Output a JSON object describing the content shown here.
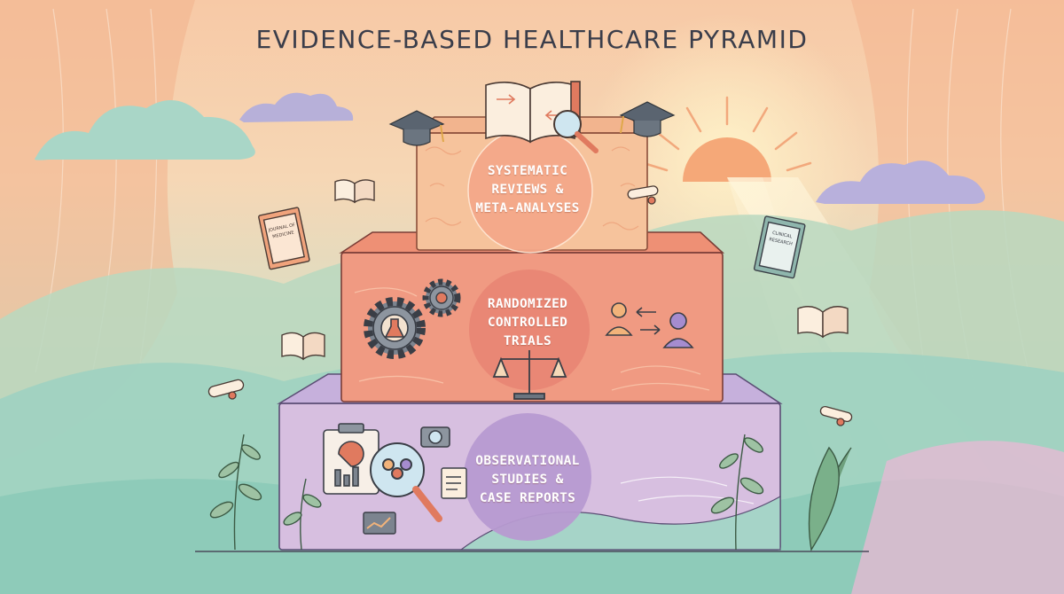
{
  "title": "EVIDENCE-BASED HEALTHCARE PYRAMID",
  "tiers": [
    {
      "lines": [
        "SYSTEMATIC",
        "REVIEWS &",
        "META-ANALYSES"
      ]
    },
    {
      "lines": [
        "RANDOMIZED",
        "CONTROLLED",
        "TRIALS"
      ]
    },
    {
      "lines": [
        "OBSERVATIONAL",
        "STUDIES &",
        "CASE REPORTS"
      ]
    }
  ],
  "colors": {
    "top_tier": "#f6c39c",
    "middle_tier": "#f09a82",
    "bottom_tier": "#d7bfe0",
    "top_circle": "#f4a88a",
    "middle_circle": "#e88674",
    "bottom_circle": "#b79ad1",
    "title_text": "#3a3d4a"
  },
  "icons": {
    "top": [
      "open-book-icon",
      "magnifier-icon",
      "graduation-cap-icon",
      "graduation-cap-icon",
      "scroll-icon"
    ],
    "middle": [
      "gear-flask-icon",
      "gear-icon",
      "scales-icon",
      "person-exchange-icon"
    ],
    "bottom": [
      "clipboard-chart-icon",
      "magnifier-people-icon",
      "camera-icon",
      "document-icon",
      "line-chart-icon"
    ],
    "floating": [
      "journal-icon",
      "book-icon",
      "clinical-research-journal-icon",
      "scroll-icon"
    ]
  },
  "floating_text": {
    "journal": [
      "JOURNAL OF",
      "MEDICINE"
    ],
    "clinical": [
      "CLINICAL",
      "RESEARCH"
    ]
  }
}
